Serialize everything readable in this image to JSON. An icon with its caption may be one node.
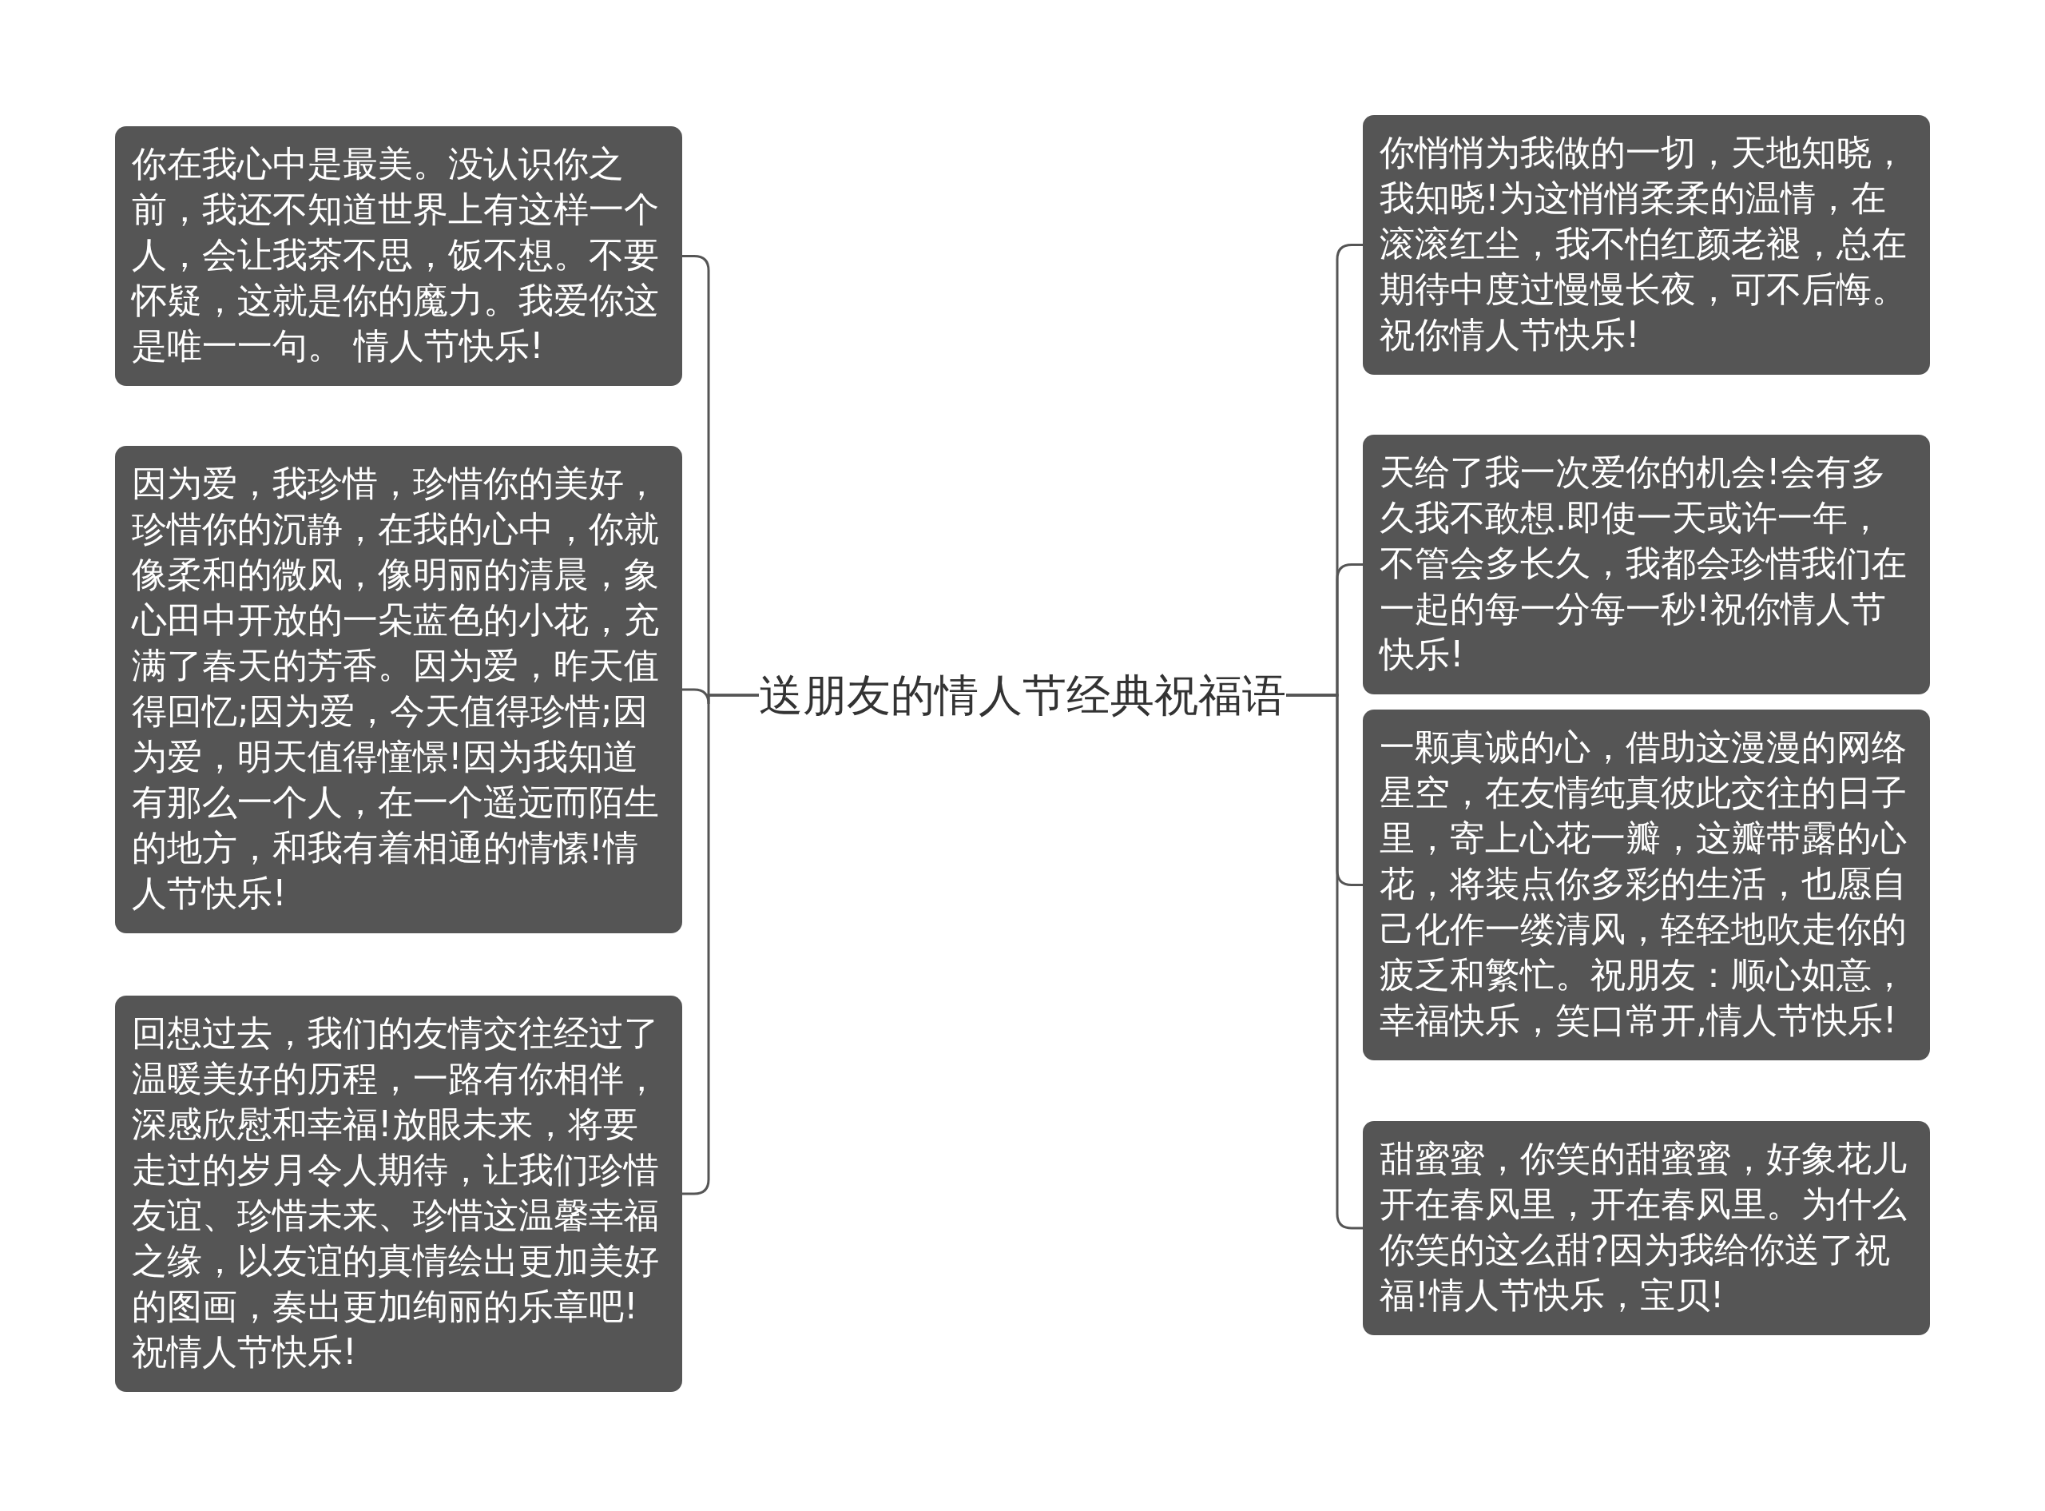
{
  "diagram": {
    "nodes": [
      {
        "text": [
          "送朋友的情人节经典祝福语"
        ]
      },
      {
        "text": [
          "你在我心中是最美。没认识你之前，我还不知道世界上有这样一个人，会让我茶不思，饭不想。不要怀疑，这就是你的魔力。我爱你这是唯一一句。 情人节快乐!"
        ]
      },
      {
        "text": [
          "因为爱，我珍惜，珍惜你的美好，珍惜你的沉静，在我的心中，你就像柔和的微风，像明丽的清晨，象心田中开放的一朵蓝色的小花，充满了春天的芳香。因为爱，昨天值得回忆;因为爱，今天值得珍惜;因为爱，明天值得憧憬!因为我知道有那么一个人，在一个遥远而陌生的地方，和我有着相通的情愫!情人节快乐!"
        ]
      },
      {
        "text": [
          "回想过去，我们的友情交往经过了温暖美好的历程，一路有你相伴，深感欣慰和幸福!放眼未来，将要走过的岁月令人期待，让我们珍惜友谊、珍惜未来、珍惜这温馨幸福之缘，以友谊的真情绘出更加美好的图画，奏出更加绚丽的乐章吧!祝情人节快乐!"
        ]
      },
      {
        "text": [
          "你悄悄为我做的一切，天地知晓，我知晓!为这悄悄柔柔的温情，在滚滚红尘，我不怕红颜老褪，总在期待中度过慢慢长夜，可不后悔。祝你情人节快乐!"
        ]
      },
      {
        "text": [
          "天给了我一次爱你的机会!会有多久我不敢想.即使一天或许一年，不管会多长久，我都会珍惜我们在一起的每一分每一秒!祝你情人节快乐!"
        ]
      },
      {
        "text": [
          "一颗真诚的心，借助这漫漫的网络星空，在友情纯真彼此交往的日子里，寄上心花一瓣，这瓣带露的心花，将装点你多彩的生活，也愿自己化作一缕清风，轻轻地吹走你的疲乏和繁忙。祝朋友：顺心如意，幸福快乐，笑口常开,情人节快乐!"
        ]
      },
      {
        "text": [
          "甜蜜蜜，你笑的甜蜜蜜，好象花儿开在春风里，开在春风里。为什么你笑的这么甜?因为我给你送了祝福!情人节快乐，宝贝!"
        ]
      }
    ],
    "edges": [
      {
        "from": 0,
        "to": 1,
        "arrow": "none"
      },
      {
        "from": 0,
        "to": 2,
        "arrow": "none"
      },
      {
        "from": 0,
        "to": 3,
        "arrow": "none"
      },
      {
        "from": 0,
        "to": 4,
        "arrow": "none"
      },
      {
        "from": 0,
        "to": 5,
        "arrow": "none"
      },
      {
        "from": 0,
        "to": 6,
        "arrow": "none"
      },
      {
        "from": 0,
        "to": 7,
        "arrow": "none"
      }
    ]
  }
}
